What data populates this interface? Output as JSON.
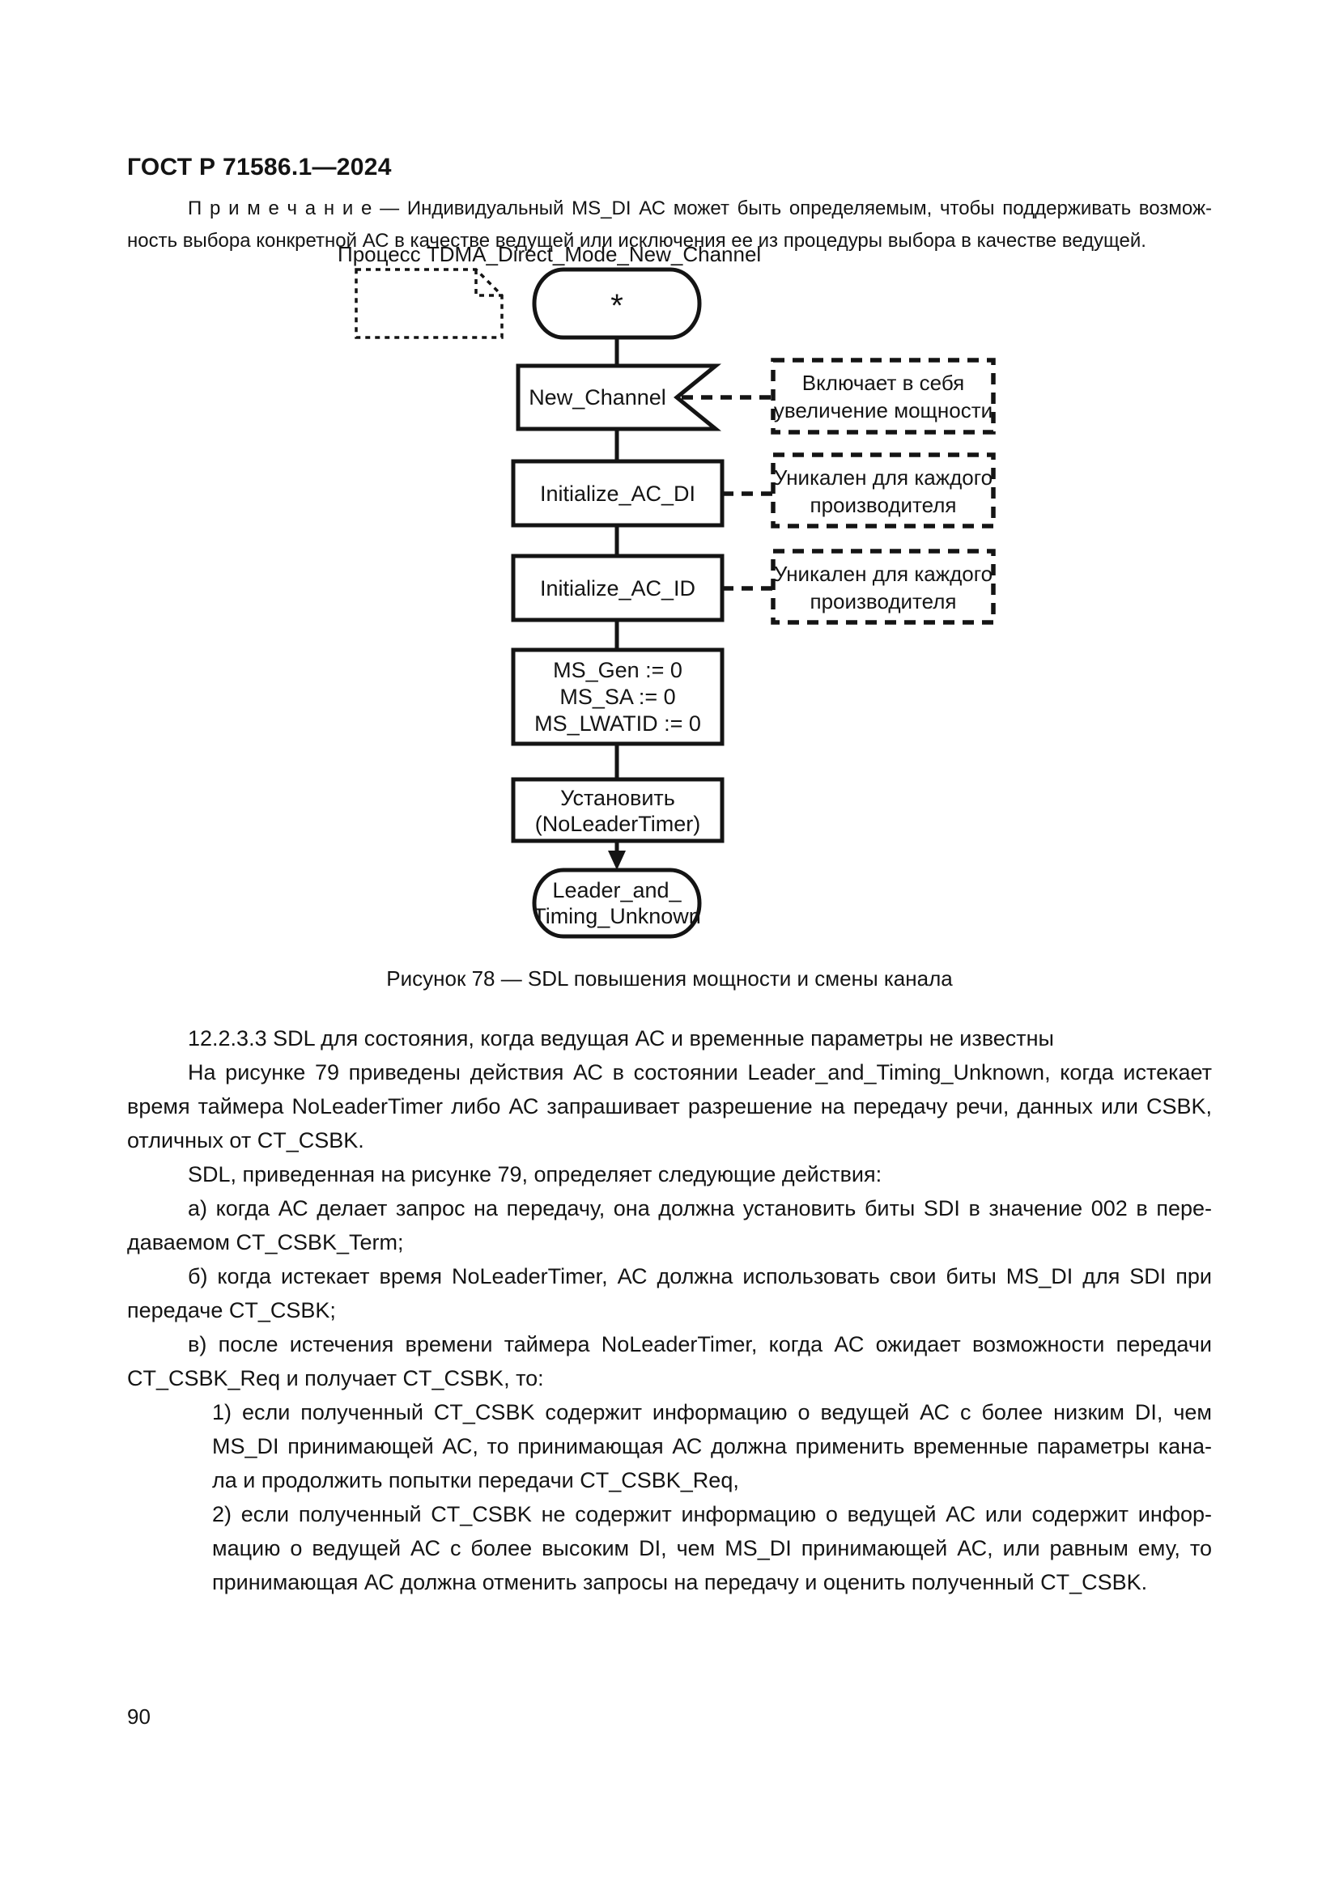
{
  "header": {
    "doc_code": "ГОСТ Р 71586.1—2024"
  },
  "note": {
    "lines": [
      "П р и м е ч а н и е  — Индивидуальный MS_DI АС может быть определяемым, чтобы поддерживать возмож-",
      "ность выбора конкретной АС в качестве ведущей или исключения ее из процедуры выбора в качестве ведущей."
    ]
  },
  "diagram": {
    "title": "Процесс TDMA_Direct_Mode_New_Channel",
    "start_label": "*",
    "input_signal": "New_Channel",
    "task_init_di": "Initialize_AC_DI",
    "task_init_id": "Initialize_AC_ID",
    "assignments": [
      "MS_Gen := 0",
      "MS_SA := 0",
      "MS_LWATID := 0"
    ],
    "set_timer": [
      "Установить",
      "(NoLeaderTimer)"
    ],
    "next_state": [
      "Leader_and_",
      "Timing_Unknown"
    ],
    "comments": [
      {
        "lines": [
          "Включает в себя",
          "увеличение мощности"
        ]
      },
      {
        "lines": [
          "Уникален для каждого",
          "производителя"
        ]
      },
      {
        "lines": [
          "Уникален для каждого",
          "производителя"
        ]
      }
    ]
  },
  "figure": {
    "caption": "Рисунок 78 — SDL повышения мощности и смены канала"
  },
  "body": {
    "heading": "12.2.3.3 SDL для состояния, когда ведущая АС и временные параметры не известны",
    "paragraphs": [
      {
        "lines": [
          "На рисунке 79 приведены действия АС в состоянии Leader_and_Timing_Unknown, когда истекает",
          "время таймера NoLeaderTimer либо АС запрашивает разрешение на передачу речи, данных или CSBK,",
          "отличных от CT_CSBK."
        ]
      },
      {
        "lines": [
          "SDL, приведенная на рисунке 79, определяет следующие действия:"
        ]
      },
      {
        "lines": [
          "а) когда АС делает запрос на передачу, она должна установить биты SDI в значение 002 в пере-",
          "даваемом CT_CSBK_Term;"
        ]
      },
      {
        "lines": [
          "б) когда истекает время NoLeaderTimer, АС должна использовать свои биты MS_DI для SDI при",
          "передаче CT_CSBK;"
        ]
      },
      {
        "lines": [
          "в) после истечения времени таймера NoLeaderTimer, когда АС ожидает возможности передачи",
          "CT_CSBK_Req и получает CT_CSBK, то:"
        ]
      },
      {
        "lines": [
          "1) если полученный CT_CSBK содержит информацию о ведущей АС с более низким DI, чем",
          "MS_DI принимающей АС, то принимающая АС должна применить временные параметры кана-",
          "ла и продолжить попытки передачи CT_CSBK_Req,"
        ]
      },
      {
        "lines": [
          "2) если полученный CT_CSBK не содержит информацию о ведущей АС или содержит инфор-",
          "мацию о ведущей АС с более высоким DI, чем MS_DI принимающей АС, или равным ему, то",
          "принимающая АС должна отменить запросы на передачу и оценить полученный CT_CSBK."
        ]
      }
    ]
  },
  "footer": {
    "page_number": "90"
  }
}
